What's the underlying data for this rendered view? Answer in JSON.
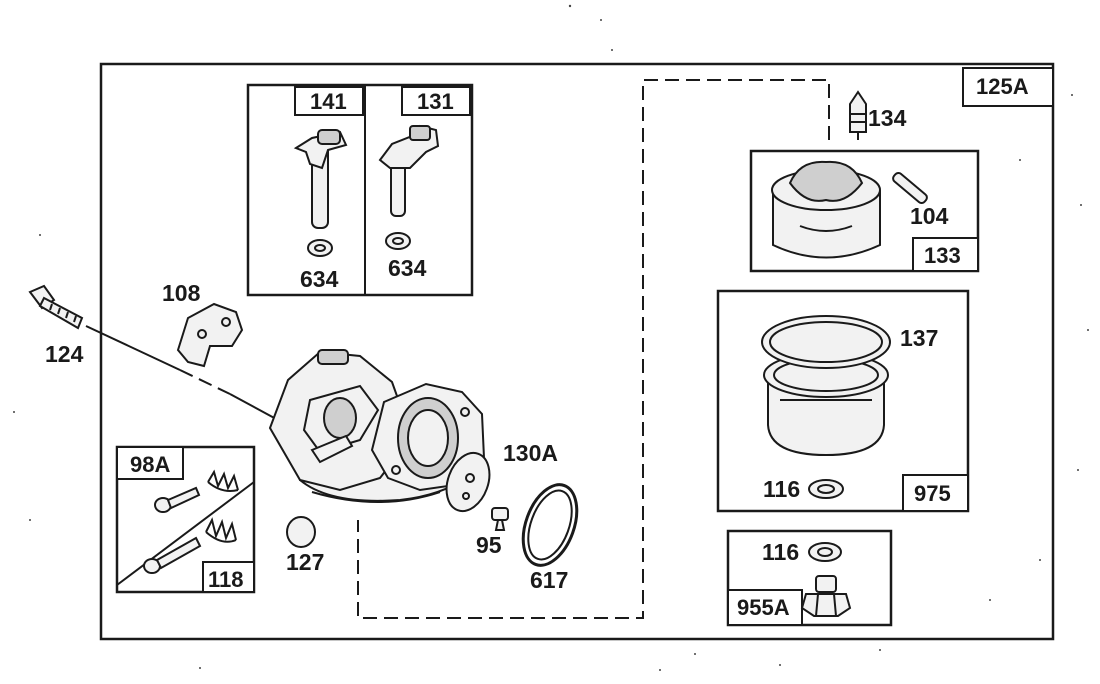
{
  "labels": {
    "kit_125a": "125A",
    "p141": "141",
    "p131": "131",
    "p634a": "634",
    "p634b": "634",
    "p134": "134",
    "p104": "104",
    "p133": "133",
    "p137": "137",
    "p116a": "116",
    "p975": "975",
    "p116b": "116",
    "p955a": "955A",
    "p124": "124",
    "p108": "108",
    "p130a": "130A",
    "p95": "95",
    "p617": "617",
    "p127": "127",
    "p98a": "98A",
    "p118": "118"
  },
  "colors": {
    "ink": "#1a1a1a",
    "paper": "#ffffff",
    "shade": "#cfcfcf"
  }
}
